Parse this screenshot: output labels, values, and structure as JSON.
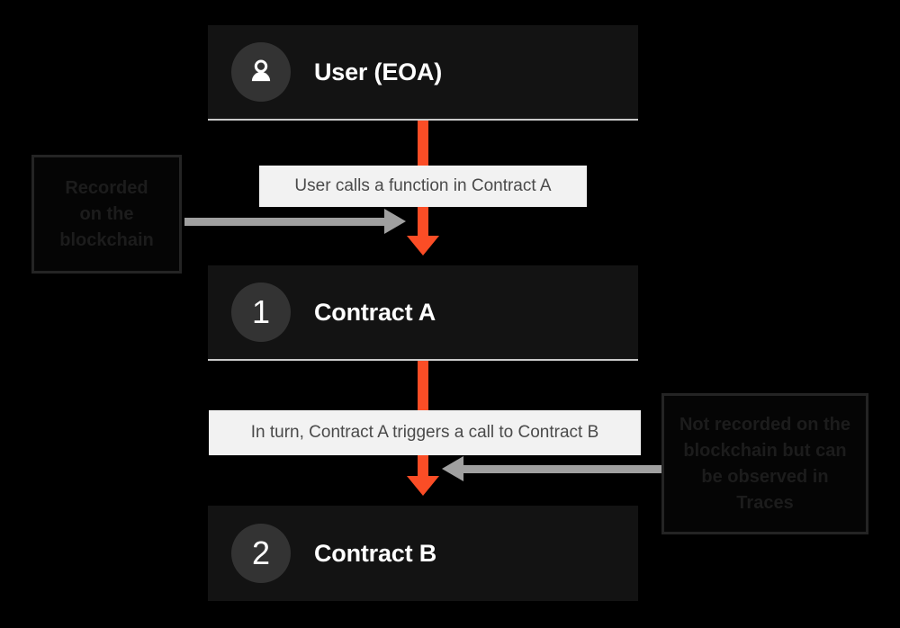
{
  "diagram": {
    "background_color": "#000000",
    "accent_color": "#fb4d26",
    "nodes": [
      {
        "id": "user",
        "title": "User (EOA)",
        "badge": "person-icon",
        "badge_type": "icon"
      },
      {
        "id": "contract-a",
        "title": "Contract A",
        "badge": "1",
        "badge_type": "number"
      },
      {
        "id": "contract-b",
        "title": "Contract B",
        "badge": "2",
        "badge_type": "number"
      }
    ],
    "edge_labels": [
      {
        "id": "edge-1",
        "text": "User calls a function in Contract A"
      },
      {
        "id": "edge-2",
        "text": "In turn, Contract A triggers a call to Contract B"
      }
    ],
    "annotations": [
      {
        "id": "annot-left",
        "lines": [
          "Recorded",
          "on the",
          "blockchain"
        ],
        "text": "Recorded on the blockchain"
      },
      {
        "id": "annot-right",
        "lines": [
          "Not recorded on the",
          "blockchain but can",
          "be observed in",
          "Traces"
        ],
        "text": "Not recorded on the blockchain but can be observed in Traces"
      }
    ]
  }
}
